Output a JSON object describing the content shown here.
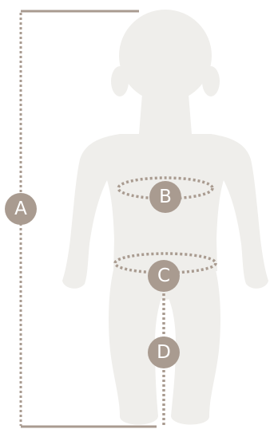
{
  "colors": {
    "background": "#ffffff",
    "silhouette": "#efeeeb",
    "measure_line": "#a99b90",
    "badge_fill": "#a99b90",
    "badge_text": "#ffffff"
  },
  "measurements": {
    "height": {
      "letter": "A"
    },
    "chest": {
      "letter": "B"
    },
    "waist": {
      "letter": "C"
    },
    "inseam": {
      "letter": "D"
    }
  }
}
